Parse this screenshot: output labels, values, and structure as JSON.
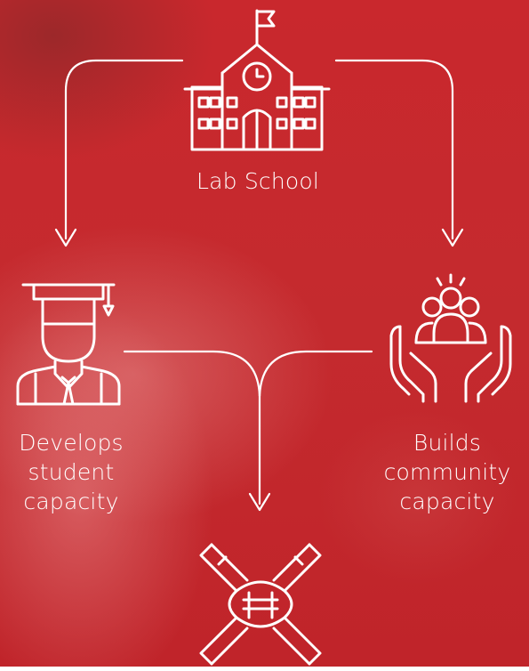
{
  "diagram": {
    "top_node": {
      "label": "Lab School",
      "icon": "school-building-icon"
    },
    "left_node": {
      "label_lines": [
        "Develops",
        "student",
        "capacity"
      ],
      "icon": "graduate-student-icon"
    },
    "right_node": {
      "label_lines": [
        "Builds",
        "community",
        "capacity"
      ],
      "icon": "community-hands-icon"
    },
    "bottom_node": {
      "icon": "joined-hands-icon"
    },
    "colors": {
      "background": "#c42a2e",
      "foreground": "#ffffff"
    }
  }
}
